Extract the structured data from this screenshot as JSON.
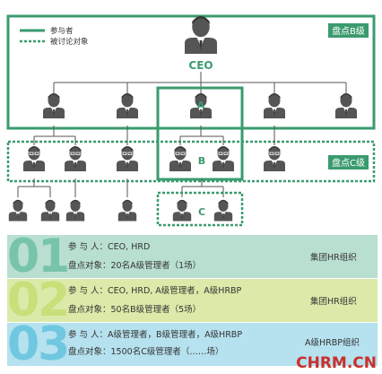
{
  "legend": {
    "participant": "参与者",
    "discussed": "被讨论对象"
  },
  "labels": {
    "ceo": "CEO",
    "level_b": "盘点B级",
    "level_c": "盘点C级",
    "group_a": "A",
    "group_b": "B",
    "group_c": "C"
  },
  "rows": [
    {
      "num": "01",
      "participants_label": "参 与 人：",
      "participants": "CEO, HRD",
      "target_label": "盘点对象：",
      "target": "20名A级管理者（1场）",
      "org": "集团HR组织"
    },
    {
      "num": "02",
      "participants_label": "参 与 人：",
      "participants": "CEO, HRD, A级管理者，A级HRBP",
      "target_label": "盘点对象：",
      "target": "50名B级管理者（5场）",
      "org": "集团HR组织"
    },
    {
      "num": "03",
      "participants_label": "参 与 人：",
      "participants": "A级管理者，B级管理者，A级HRBP",
      "target_label": "盘点对象：",
      "target": "1500名C级管理者（……场）",
      "org": "A级HRBP组织"
    }
  ],
  "colors": {
    "green": "#3a9b6e",
    "row1": "#b9dfd1",
    "row2": "#dbe9a9",
    "row3": "#b6e1ee",
    "num1": "#78c4aa",
    "num2": "#c8df7a",
    "num3": "#6fc7e0",
    "person": "#555555"
  },
  "watermark": "CHRM.CN"
}
